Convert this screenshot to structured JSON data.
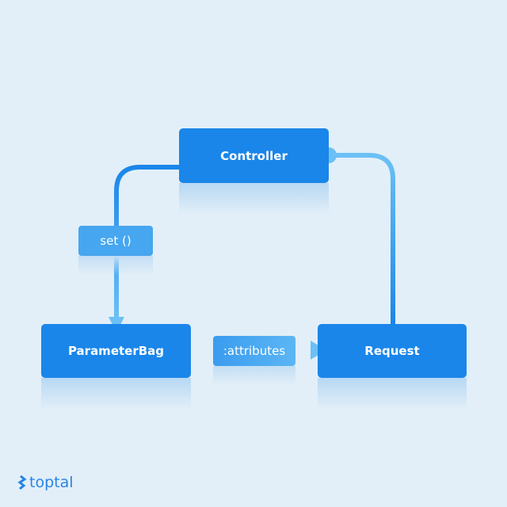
{
  "nodes": {
    "controller": "Controller",
    "parameter_bag": "ParameterBag",
    "request": "Request"
  },
  "edges": {
    "set": "set ()",
    "attributes": ":attributes"
  },
  "logo": "toptal",
  "colors": {
    "box": "#1a86ea",
    "line_dark": "#1a86ea",
    "line_light": "#6cc0f5",
    "background": "#e2eff8"
  }
}
